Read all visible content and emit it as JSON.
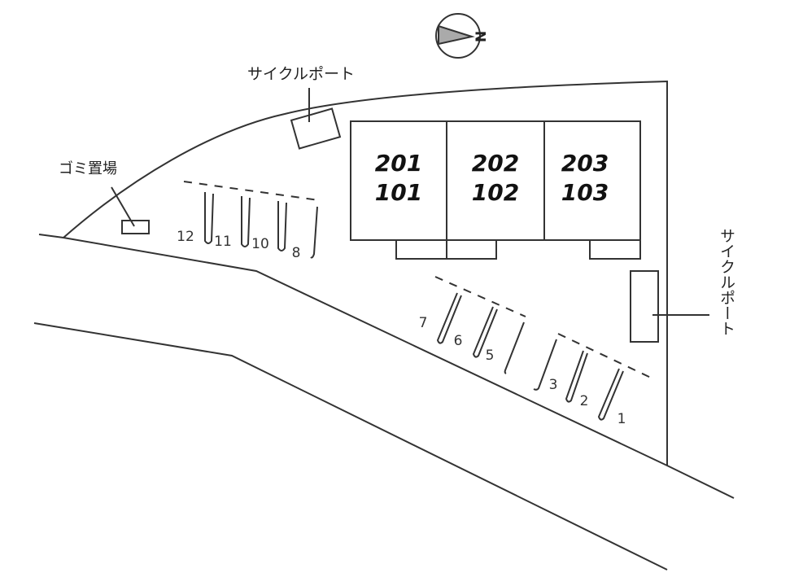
{
  "compass": {
    "icon": "north-arrow-icon",
    "letter": "N"
  },
  "labels": {
    "cycle_port_top": "サイクルポート",
    "cycle_port_right": "サイクルポート",
    "garbage": "ゴミ置場"
  },
  "units": [
    {
      "upper": "201",
      "lower": "101"
    },
    {
      "upper": "202",
      "lower": "102"
    },
    {
      "upper": "203",
      "lower": "103"
    }
  ],
  "parking_left": [
    "12",
    "11",
    "10",
    "8"
  ],
  "parking_right": [
    "7",
    "6",
    "5",
    "3",
    "2",
    "1"
  ],
  "colors": {
    "line": "#333333",
    "background": "#ffffff"
  }
}
